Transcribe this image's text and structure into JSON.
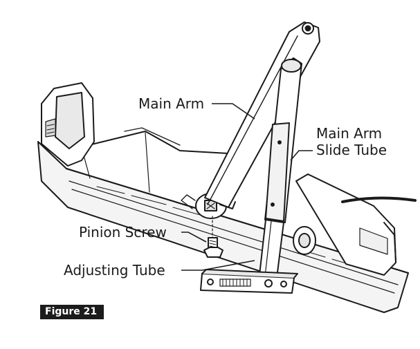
{
  "labels": {
    "main_arm": "Main Arm",
    "slide_tube_line1": "Main Arm",
    "slide_tube_line2": "Slide Tube",
    "pinion_screw": "Pinion Screw",
    "adjusting_tube": "Adjusting Tube"
  },
  "figure": {
    "caption": "Figure 21"
  },
  "colors": {
    "line": "#1a1a1a",
    "fill": "#ffffff",
    "shade": "#d9d9d9",
    "badge": "#1c1c1c"
  }
}
